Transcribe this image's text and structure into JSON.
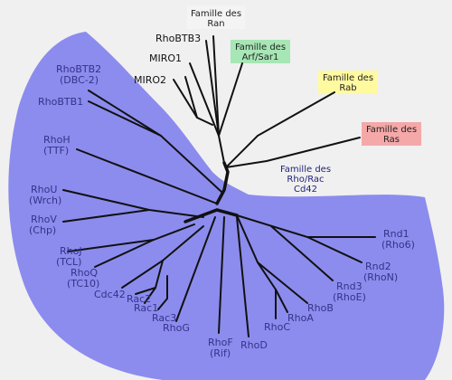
{
  "leaves": {
    "rhobtb2_a": "RhoBTB2",
    "rhobtb2_b": "(DBC-2)",
    "rhobtb1": "RhoBTB1",
    "rhoh_a": "RhoH",
    "rhoh_b": "(TTF)",
    "rhou_a": "RhoU",
    "rhou_b": "(Wrch)",
    "rhov_a": "RhoV",
    "rhov_b": "(Chp)",
    "rhoj_a": "RhoJ",
    "rhoj_b": "(TCL)",
    "rhoq_a": "RhoQ",
    "rhoq_b": "(TC10)",
    "cdc42": "Cdc42",
    "rac2": "Rac2",
    "rac1": "Rac1",
    "rac3": "Rac3",
    "rhog": "RhoG",
    "rhof_a": "RhoF",
    "rhof_b": "(Rif)",
    "rhod": "RhoD",
    "rhoc": "RhoC",
    "rhoa": "RhoA",
    "rhob": "RhoB",
    "rnd3_a": "Rnd3",
    "rnd3_b": "(RhoE)",
    "rnd2_a": "Rnd2",
    "rnd2_b": "(RhoN)",
    "rnd1_a": "Rnd1",
    "rnd1_b": "(Rho6)",
    "rhobtb3": "RhoBTB3",
    "miro1": "MIRO1",
    "miro2": "MIRO2"
  },
  "families": {
    "ran_a": "Famille des",
    "ran_b": "Ran",
    "arf_a": "Famille des",
    "arf_b": "Arf/Sar1",
    "rab_a": "Famille des",
    "rab_b": "Rab",
    "ras_a": "Famille des",
    "ras_b": "Ras",
    "rho_a": "Famille des",
    "rho_b": "Rho/Rac",
    "rho_c": "Cd42"
  },
  "colors": {
    "rho_region": "#8c8cee",
    "ran_box": "#f4f4f4",
    "arf_box": "#a7e6b5",
    "rab_box": "#fffaa0",
    "ras_box": "#f5a8a8",
    "label_text": "#33338a"
  }
}
